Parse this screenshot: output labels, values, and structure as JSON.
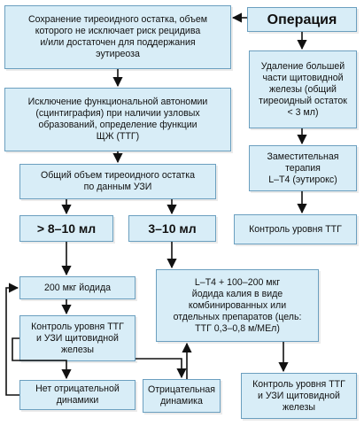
{
  "nodes": {
    "operation": "Операция",
    "remnant_preservation": "Сохранение тиреоидного остатка, объем\nкоторого не исключает риск рецидива\nи/или достаточен для поддержания\nэутиреоза",
    "resection": "Удаление большей\nчасти щитовидной\nжелезы (общий\nтиреоидный остаток\n< 3 мл)",
    "exclusion_autonomy": "Исключение функциональной автономии\n(сцинтиграфия) при наличии узловых\nобразований, определение функции\nЩЖ (ТТГ)",
    "replacement_therapy": "Заместительная\nтерапия\nL–T4 (эутирокс)",
    "total_volume_us": "Общий объем тиреоидного остатка\nпо данным УЗИ",
    "tsh_control_right": "Контроль уровня ТТГ",
    "volume_gt_8_10": "> 8–10 мл",
    "volume_3_10": "3–10 мл",
    "iodide_200": "200 мкг йодида",
    "l_t4_combo": "L–T4 + 100–200 мкг\nйодида калия в виде\nкомбинированных или\nотдельных препаратов (цель:\nТТГ 0,3–0,8 м/МЕл)",
    "tsh_us_control_left": "Контроль уровня ТТГ\nи УЗИ щитовидной\nжелезы",
    "no_negative_dynamics": "Нет отрицательной\nдинамики",
    "negative_dynamics": "Отрицательная\nдинамика",
    "tsh_us_control_right": "Контроль уровня ТТГ\nи УЗИ щитовидной\nжелезы"
  },
  "colors": {
    "box_fill": "#d8edf7",
    "box_border": "#6b9fbf",
    "arrow": "#111111"
  }
}
